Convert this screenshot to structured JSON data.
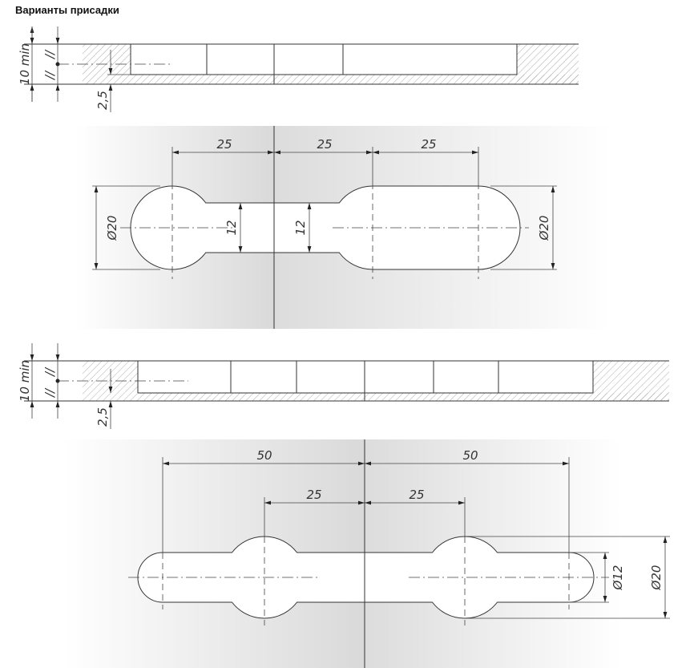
{
  "title": "Варианты присадки",
  "profile_1": {
    "thickness_label": "10 min",
    "depth_label": "2,5",
    "equal_mark": "//"
  },
  "plan_1": {
    "spacing_labels": [
      "25",
      "25",
      "25"
    ],
    "diameter_left": "Ø20",
    "diameter_right": "Ø20",
    "neck_labels": [
      "12",
      "12"
    ]
  },
  "profile_2": {
    "thickness_label": "10 min",
    "depth_label": "2,5",
    "equal_mark": "//"
  },
  "plan_2": {
    "outer_spacing_labels": [
      "50",
      "50"
    ],
    "inner_spacing_labels": [
      "25",
      "25"
    ],
    "slot_width_label": "Ø12",
    "diameter_label": "Ø20"
  }
}
